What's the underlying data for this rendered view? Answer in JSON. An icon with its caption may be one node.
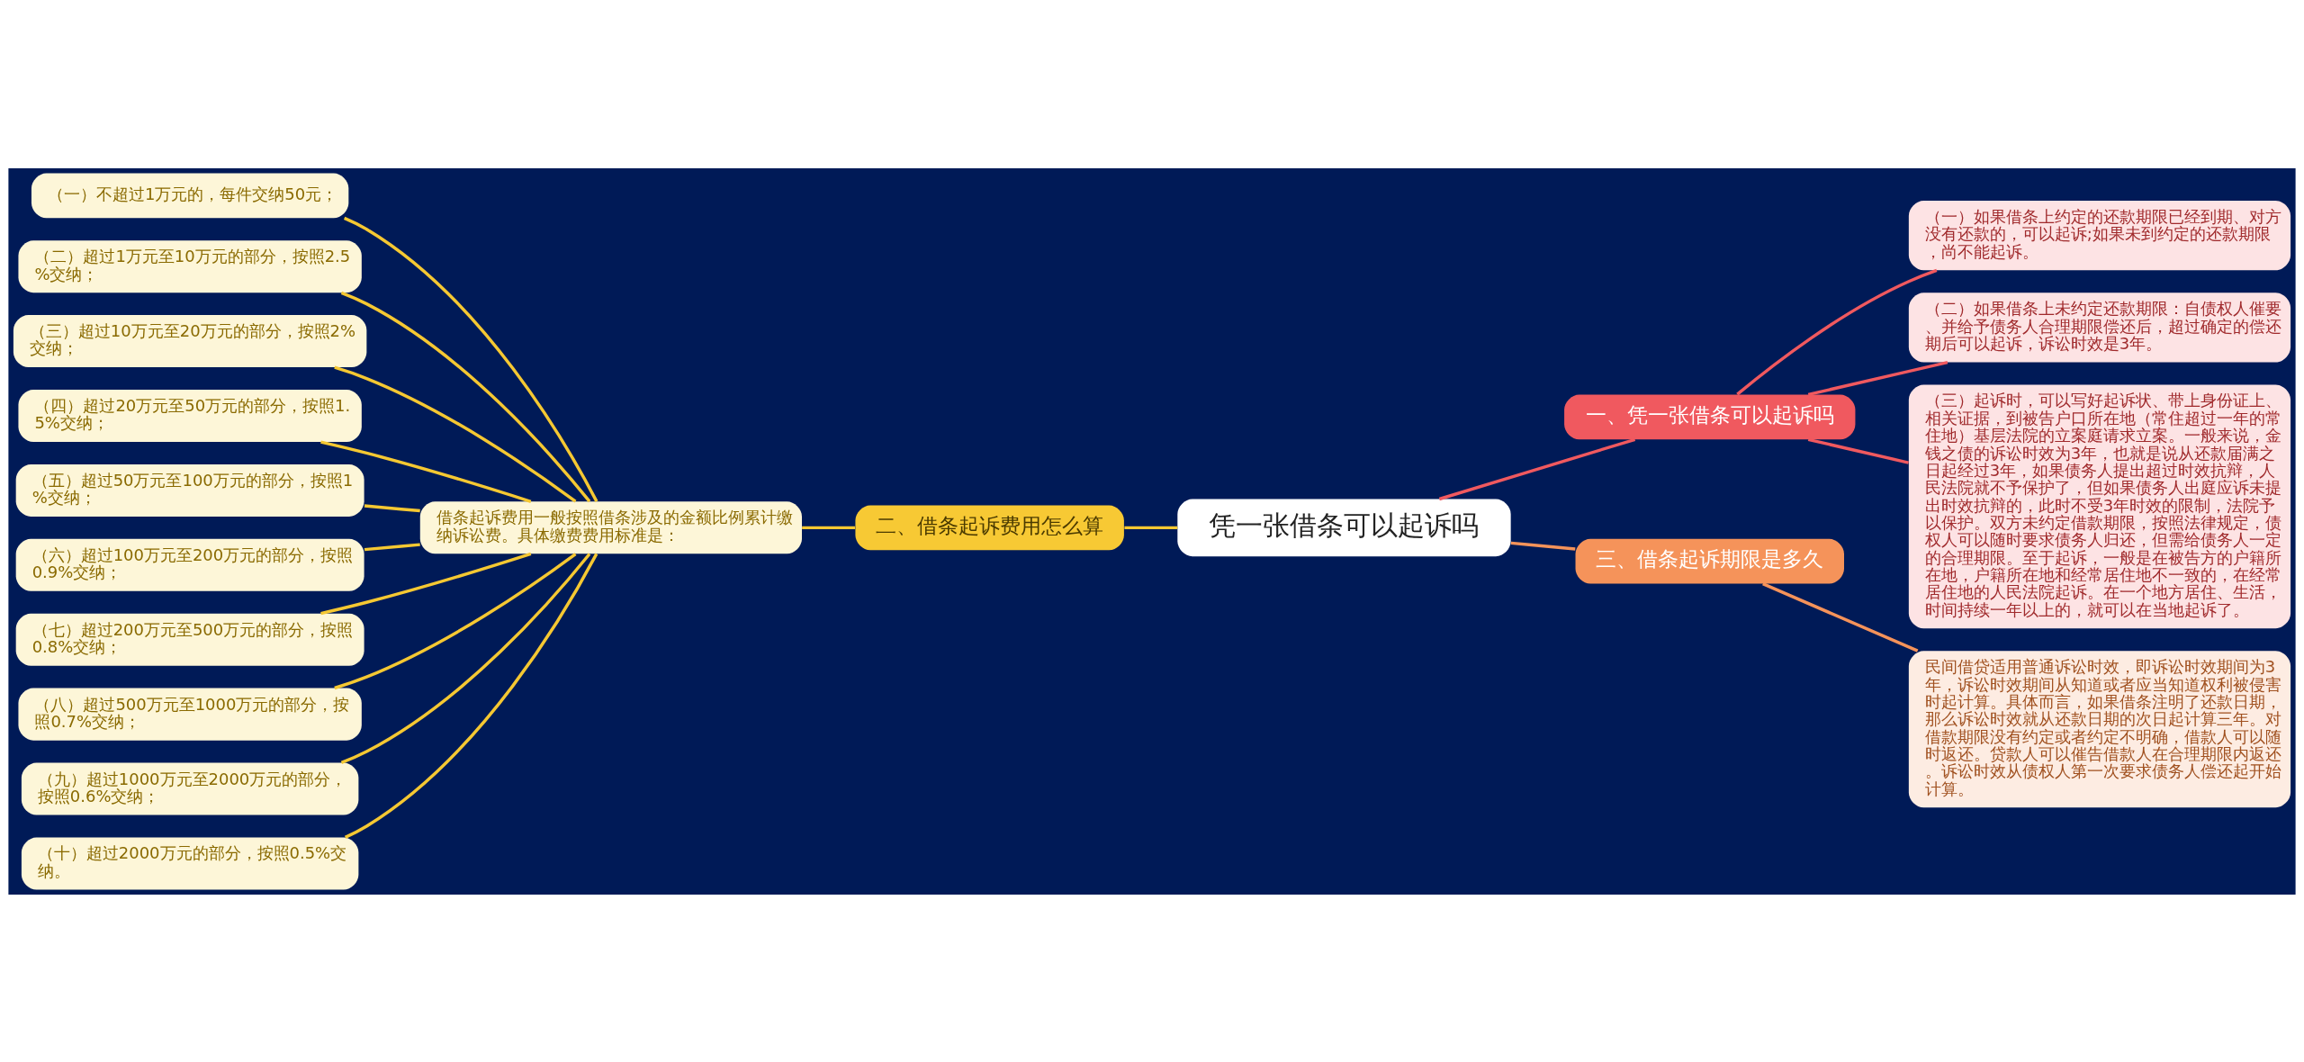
{
  "diagram": {
    "nodes": [
      {
        "text": [
          "凭一张借条可以起诉吗"
        ]
      },
      {
        "text": [
          "一、凭一张借条可以起诉吗"
        ]
      },
      {
        "text": [
          "（一）如果借条上约定的还款期限已经到期、对方没有还款的，可以起诉;如果未到约定的还款期限，尚不能起诉。"
        ]
      },
      {
        "text": [
          "（二）如果借条上未约定还款期限：自债权人催要、并给予债务人合理期限偿还后，超过确定的偿还期后可以起诉，诉讼时效是3年。"
        ]
      },
      {
        "text": [
          "（三）起诉时，可以写好起诉状、带上身份证上、相关证据，到被告户口所在地（常住超过一年的常住地）基层法院的立案庭请求立案。一般来说，金钱之债的诉讼时效为3年，也就是说从还款届满之日起经过3年，如果债务人提出超过时效抗辩，人民法院就不予保护了，但如果债务人出庭应诉未提出时效抗辩的，此时不受3年时效的限制，法院予以保护。双方未约定借款期限，按照法律规定，债权人可以随时要求债务人归还，但需给债务人一定的合理期限。至于起诉，一般是在被告方的户籍所在地，户籍所在地和经常居住地不一致的，在经常居住地的人民法院起诉。在一个地方居住、生活，时间持续一年以上的，就可以在当地起诉了。"
        ]
      },
      {
        "text": [
          "二、借条起诉费用怎么算"
        ]
      },
      {
        "text": [
          "借条起诉费用一般按照借条涉及的金额比例累计缴纳诉讼费。具体缴费费用标准是："
        ]
      },
      {
        "text": [
          "（一）不超过1万元的，每件交纳50元；"
        ]
      },
      {
        "text": [
          "（二）超过1万元至10万元的部分，按照2.5%交纳；"
        ]
      },
      {
        "text": [
          "（三）超过10万元至20万元的部分，按照2%交纳；"
        ]
      },
      {
        "text": [
          "（四）超过20万元至50万元的部分，按照1.5%交纳；"
        ]
      },
      {
        "text": [
          "（五）超过50万元至100万元的部分，按照1%交纳；"
        ]
      },
      {
        "text": [
          "（六）超过100万元至200万元的部分，按照0.9%交纳；"
        ]
      },
      {
        "text": [
          "（七）超过200万元至500万元的部分，按照0.8%交纳；"
        ]
      },
      {
        "text": [
          "（八）超过500万元至1000万元的部分，按照0.7%交纳；"
        ]
      },
      {
        "text": [
          "（九）超过1000万元至2000万元的部分，按照0.6%交纳；"
        ]
      },
      {
        "text": [
          "（十）超过2000万元的部分，按照0.5%交纳。"
        ]
      },
      {
        "text": [
          "三、借条起诉期限是多久"
        ]
      },
      {
        "text": [
          "民间借贷适用普通诉讼时效，即诉讼时效期间为3年，诉讼时效期间从知道或者应当知道权利被侵害时起计算。具体而言，如果借条注明了还款日期，那么诉讼时效就从还款日期的次日起计算三年。对借款期限没有约定或者约定不明确，借款人可以随时返还。贷款人可以催告借款人在合理期限内返还。诉讼时效从债权人第一次要求债务人偿还起开始计算。"
        ]
      }
    ],
    "edges": [
      {
        "from": 0,
        "to": 1,
        "arrow": "none",
        "color": "#f0595f"
      },
      {
        "from": 1,
        "to": 2,
        "arrow": "none",
        "color": "#f0595f"
      },
      {
        "from": 1,
        "to": 3,
        "arrow": "none",
        "color": "#f0595f"
      },
      {
        "from": 1,
        "to": 4,
        "arrow": "none",
        "color": "#f0595f"
      },
      {
        "from": 0,
        "to": 5,
        "arrow": "none"
      },
      {
        "from": 5,
        "to": 6,
        "arrow": "none"
      },
      {
        "from": 6,
        "to": 7,
        "arrow": "none"
      },
      {
        "from": 6,
        "to": 8,
        "arrow": "none"
      },
      {
        "from": 6,
        "to": 9,
        "arrow": "none"
      },
      {
        "from": 6,
        "to": 10,
        "arrow": "none"
      },
      {
        "from": 6,
        "to": 11,
        "arrow": "none"
      },
      {
        "from": 6,
        "to": 12,
        "arrow": "none"
      },
      {
        "from": 6,
        "to": 13,
        "arrow": "none"
      },
      {
        "from": 6,
        "to": 14,
        "arrow": "none"
      },
      {
        "from": 6,
        "to": 15,
        "arrow": "none"
      },
      {
        "from": 6,
        "to": 16,
        "arrow": "none"
      },
      {
        "from": 0,
        "to": 17,
        "arrow": "none",
        "color": "#f5935a"
      },
      {
        "from": 17,
        "to": 18,
        "arrow": "none",
        "color": "#f5935a"
      }
    ]
  }
}
